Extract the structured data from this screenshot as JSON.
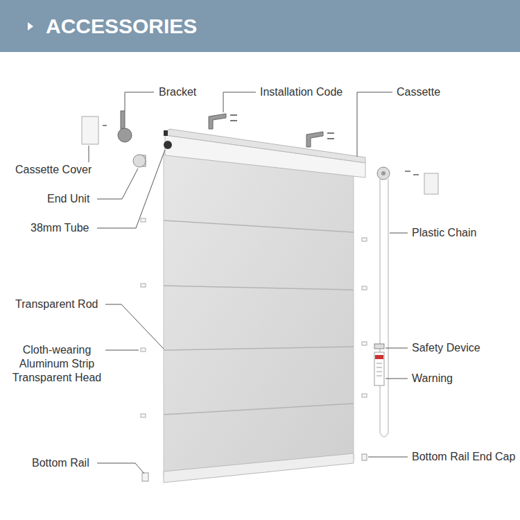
{
  "diagram": {
    "title": "ACCESSORIES",
    "labels": [
      "Bracket",
      "Installation Code",
      "Cassette",
      "Cassette Cover",
      "End Unit",
      "38mm Tube",
      "Plastic Chain",
      "Transparent Rod",
      "Cloth-wearing Aluminum Strip Transparent Head",
      "Safety Device",
      "Warning",
      "Bottom Rail",
      "Bottom Rail End Cap"
    ]
  }
}
